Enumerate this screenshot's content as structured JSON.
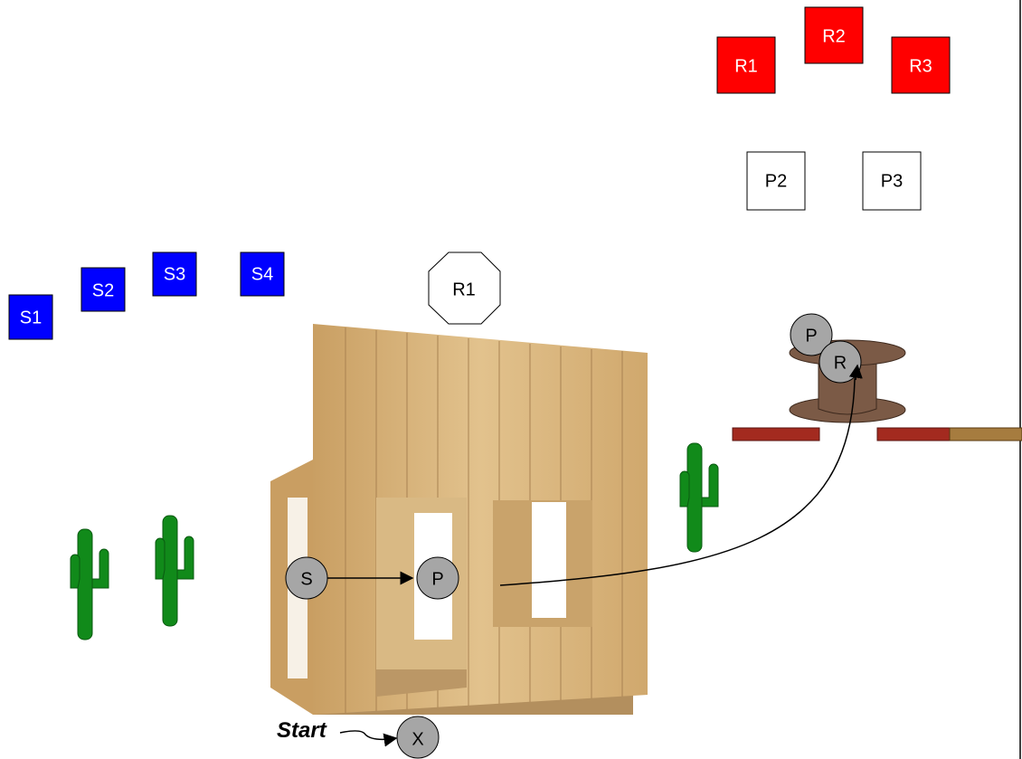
{
  "colors": {
    "red_box": "#ff0000",
    "blue_box": "#0000ff",
    "circle_fill": "#a6a6a6",
    "cactus": "#118a1a",
    "wood": "#d8b47c",
    "hat": "#7b5a46",
    "plank": "#a32a1f"
  },
  "red_boxes": [
    "R1",
    "R2",
    "R3"
  ],
  "p_boxes": [
    "P2",
    "P3"
  ],
  "blue_boxes": [
    "S1",
    "S2",
    "S3",
    "S4"
  ],
  "octagon_label": "R1",
  "circles": {
    "s": "S",
    "p_window": "P",
    "hat_p": "P",
    "hat_r": "R",
    "x": "X"
  },
  "start_label": "Start",
  "icons": [
    "cactus-icon",
    "wooden-shack-icon",
    "hat-icon"
  ]
}
